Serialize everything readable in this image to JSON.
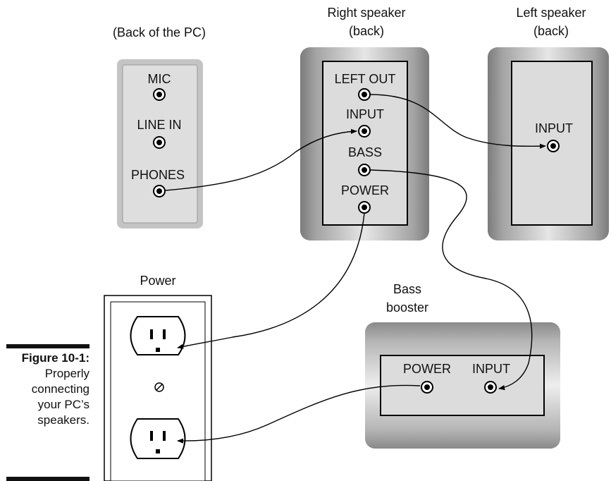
{
  "pc": {
    "title": "(Back of the PC)",
    "jacks": {
      "mic": "MIC",
      "line_in": "LINE IN",
      "phones": "PHONES"
    }
  },
  "right_speaker": {
    "title_line1": "Right speaker",
    "title_line2": "(back)",
    "jacks": {
      "left_out": "LEFT OUT",
      "input": "INPUT",
      "bass": "BASS",
      "power": "POWER"
    }
  },
  "left_speaker": {
    "title_line1": "Left speaker",
    "title_line2": "(back)",
    "jacks": {
      "input": "INPUT"
    }
  },
  "power": {
    "title": "Power"
  },
  "bass_booster": {
    "title_line1": "Bass",
    "title_line2": "booster",
    "jacks": {
      "power": "POWER",
      "input": "INPUT"
    }
  },
  "caption": {
    "figure": "Figure 10-1:",
    "line1": "Properly",
    "line2": "connecting",
    "line3": "your PC’s",
    "line4": "speakers."
  }
}
